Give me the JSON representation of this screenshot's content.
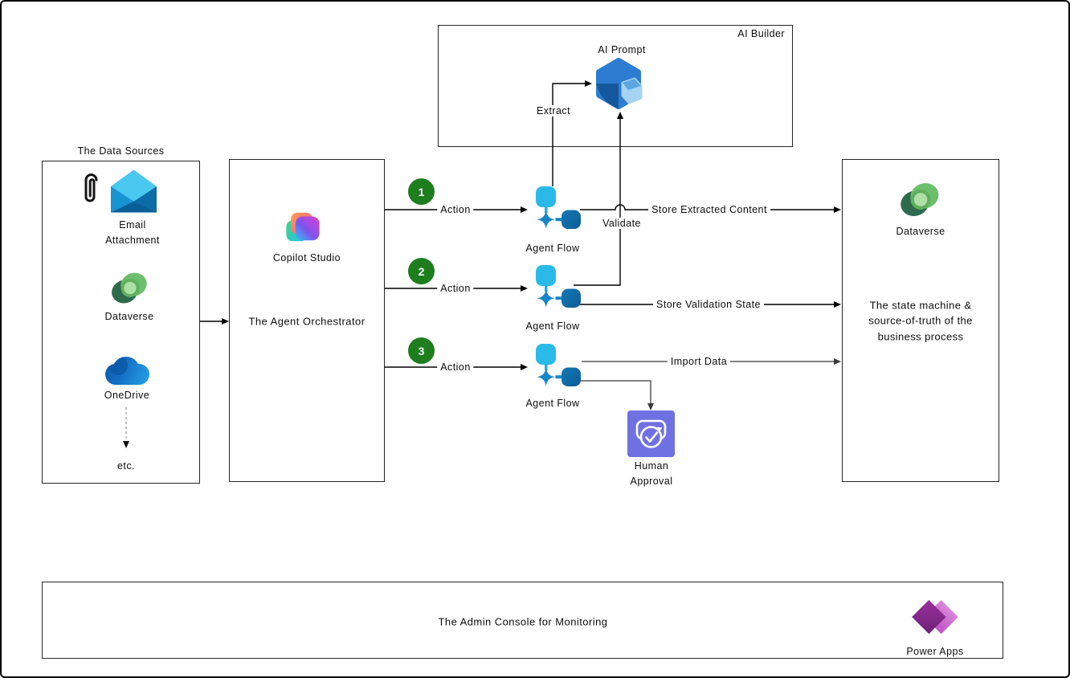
{
  "data_sources": {
    "title": "The Data Sources",
    "email_label_line1": "Email",
    "email_label_line2": "Attachment",
    "dataverse_label": "Dataverse",
    "onedrive_label": "OneDrive",
    "etc_label": "etc."
  },
  "orchestrator": {
    "product": "Copilot Studio",
    "role": "The Agent Orchestrator"
  },
  "ai_builder": {
    "title": "AI Builder",
    "component": "AI Prompt",
    "extract_label": "Extract",
    "validate_label": "Validate"
  },
  "flows": [
    {
      "step": "1",
      "action": "Action",
      "agent": "Agent Flow",
      "output": "Store Extracted Content"
    },
    {
      "step": "2",
      "action": "Action",
      "agent": "Agent Flow",
      "output": "Store Validation State"
    },
    {
      "step": "3",
      "action": "Action",
      "agent": "Agent Flow",
      "output": "Import Data"
    }
  ],
  "approval": {
    "label_line1": "Human",
    "label_line2": "Approval"
  },
  "data_store": {
    "product": "Dataverse",
    "description_line1": "The state machine &",
    "description_line2": "source-of-truth of the",
    "description_line3": "business process"
  },
  "admin": {
    "title": "The Admin Console for Monitoring",
    "product": "Power Apps"
  },
  "icons": {
    "email_attachment": "paperclip-and-envelope",
    "dataverse": "green-swirl",
    "onedrive": "blue-cloud",
    "copilot_studio": "layered-color-squares",
    "ai_prompt": "blue-hexagon-cube",
    "agent_flow": "blue-flow-nodes",
    "human_approval": "purple-check-approval",
    "power_apps": "purple-double-diamond"
  },
  "colors": {
    "step_badge_green": "#1E7E1E",
    "agent_flow_light_blue": "#2ABAE8",
    "agent_flow_dark_blue": "#0C5E97",
    "ai_prompt_blue": "#2E7CD2",
    "approval_purple": "#6F71E3",
    "dataverse_green": "#5FAF5F",
    "onedrive_blue": "#1272C8",
    "power_apps_purple": "#952A9E",
    "connector_black": "#000000",
    "connector_gray": "#595959"
  }
}
